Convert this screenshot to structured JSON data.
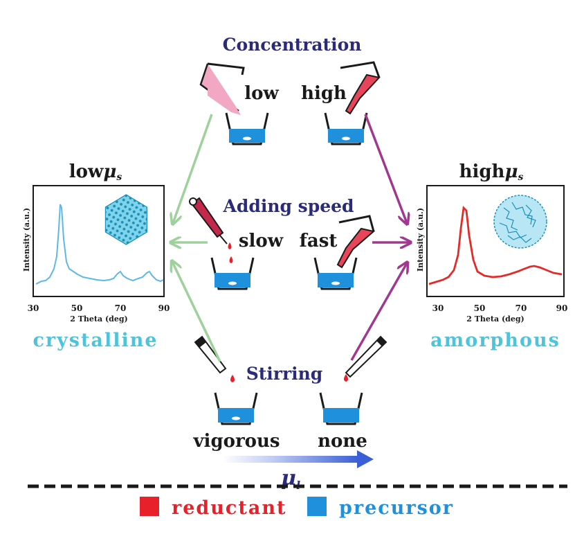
{
  "colors": {
    "reductant": "#e8202a",
    "precursor": "#1e90dc",
    "pink": "#f2a8c3",
    "green_arrow": "#9ed19b",
    "purple_arrow": "#a1388f",
    "mu_arrow": "#3a5fd6",
    "title": "#2b2b7a",
    "phase": "#4ec3dc",
    "crystal_line": "#5db8e6",
    "amorph_line": "#e42a26"
  },
  "factors": {
    "concentration": {
      "title": "Concentration",
      "low": "low",
      "high": "high"
    },
    "adding_speed": {
      "title": "Adding speed",
      "low": "slow",
      "high": "fast"
    },
    "stirring": {
      "title": "Stirring",
      "low": "vigorous",
      "high": "none"
    }
  },
  "left_panel": {
    "heading_prefix": "low",
    "mu_symbol": "μ",
    "mu_sub": "s",
    "phase": "crystalline",
    "xlabel": "2 Theta (deg)",
    "ylabel": "Intensity (a.u.)",
    "xticks": [
      "30",
      "50",
      "70",
      "90"
    ]
  },
  "right_panel": {
    "heading_prefix": "high",
    "mu_symbol": "μ",
    "mu_sub": "s",
    "phase": "amorphous",
    "xlabel": "2 Theta (deg)",
    "ylabel": "Intensity (a.u.)",
    "xticks": [
      "30",
      "50",
      "70",
      "90"
    ]
  },
  "bottom_arrow": {
    "symbol": "μ",
    "sub": "l"
  },
  "legend": {
    "reductant": "reductant",
    "precursor": "precursor"
  }
}
